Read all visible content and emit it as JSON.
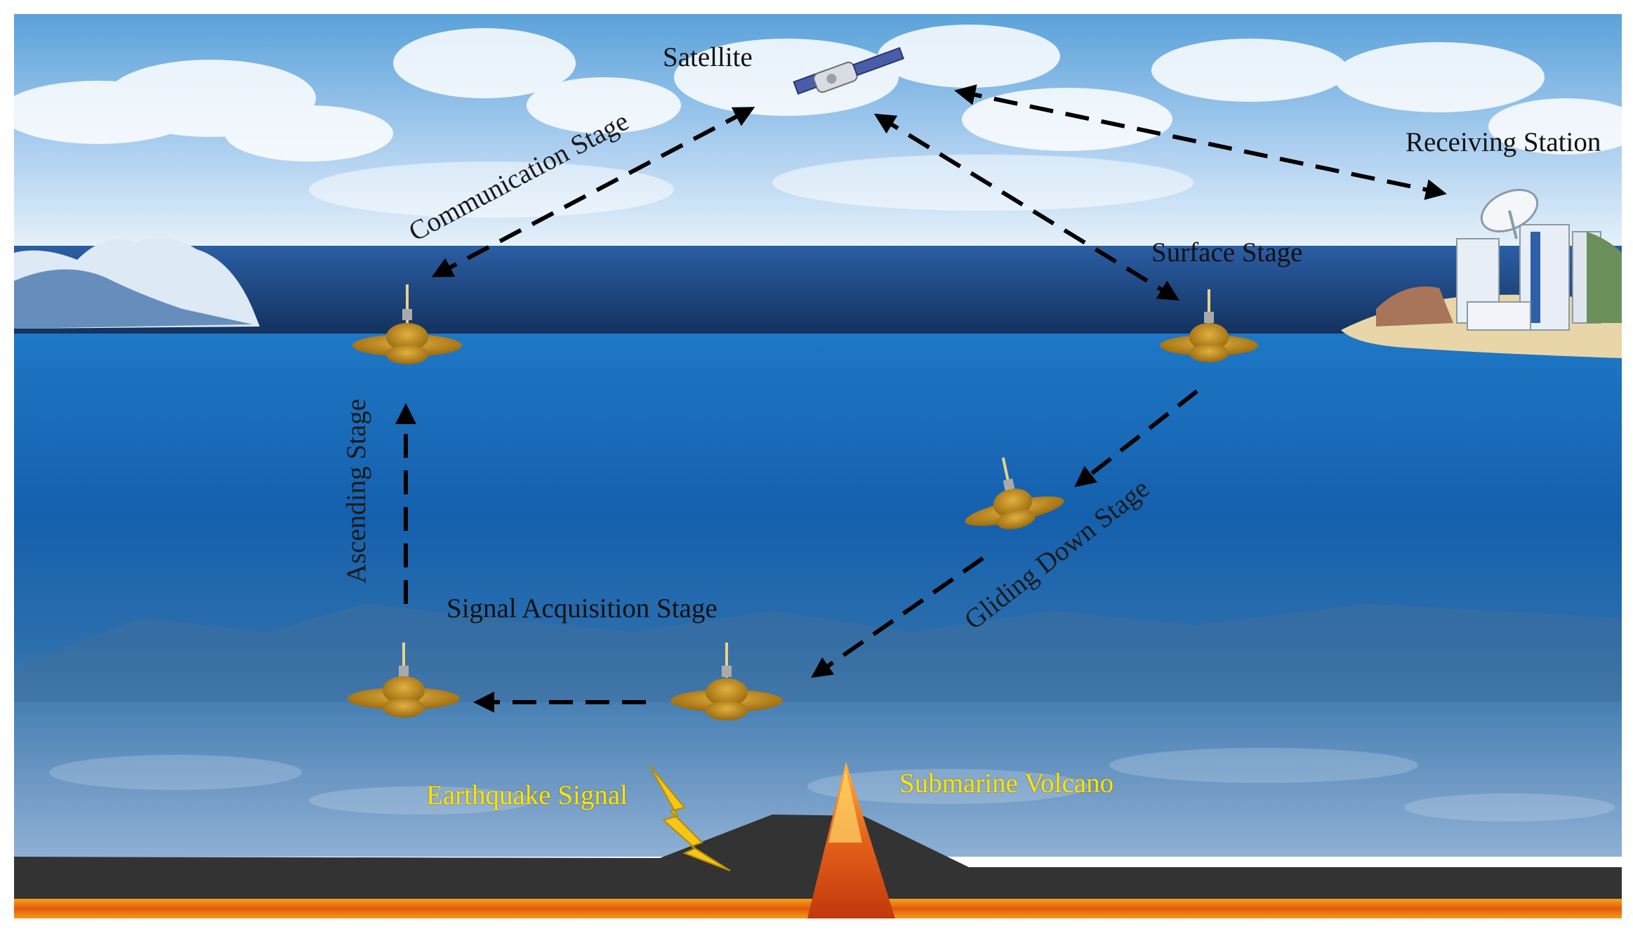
{
  "labels": {
    "satellite": "Satellite",
    "receiving_station": "Receiving Station",
    "communication_stage": "Communication Stage",
    "surface_stage": "Surface Stage",
    "ascending_stage": "Ascending Stage",
    "gliding_down_stage": "Gliding Down Stage",
    "signal_acquisition_stage": "Signal Acquisition Stage",
    "earthquake_signal": "Earthquake Signal",
    "submarine_volcano": "Submarine Volcano"
  },
  "colors": {
    "sky_top": "#5fa6dc",
    "sky_bottom": "#dcecf8",
    "sea_surface": "#1d3f7a",
    "sea_mid": "#1e6fbf",
    "sea_deep": "#6f9ec8",
    "seabed": "#3a3a3a",
    "lava": "#f07a10",
    "float_body": "#c7921a",
    "label_yellow": "#ffe400"
  },
  "icons": [
    "satellite-icon",
    "receiving-station-icon",
    "float-icon",
    "lightning-icon",
    "volcano-icon",
    "iceberg-icon"
  ]
}
